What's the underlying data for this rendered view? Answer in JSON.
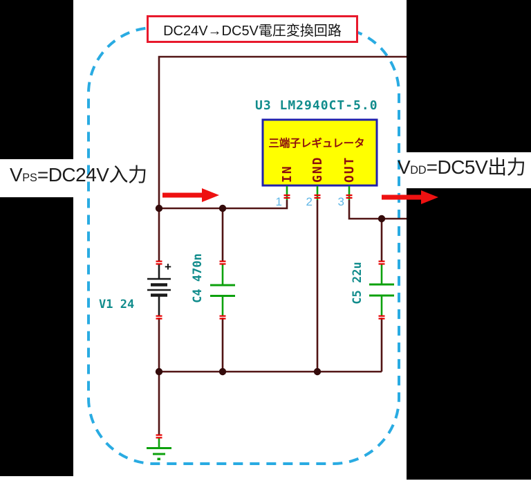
{
  "title_box": {
    "text": "DC24V→DC5V電圧変換回路"
  },
  "annotations": {
    "input_label": {
      "main": "V",
      "sub": "PS",
      "rest": "=DC24V入力"
    },
    "output_label": {
      "main": "V",
      "sub": "DD",
      "rest": "=DC5V出力"
    }
  },
  "schematic": {
    "regulator": {
      "designator": "U3 LM2940CT-5.0",
      "body_text": "三端子レギュレータ",
      "pins": [
        {
          "number": "1",
          "name": "IN"
        },
        {
          "number": "2",
          "name": "GND"
        },
        {
          "number": "3",
          "name": "OUT"
        }
      ]
    },
    "battery": {
      "label": "V1 24",
      "plus_sign": "+"
    },
    "capacitors": [
      {
        "label": "C4 470n"
      },
      {
        "label": "C5 22u"
      }
    ]
  },
  "colors": {
    "wire": "#511414",
    "green": "#0DA10D",
    "teal_label": "#118C8C",
    "pin_number": "#5FB6E6",
    "pin_text": "#8C0E0E",
    "pin_mark": "#E60000",
    "border_dash": "#29ABE2",
    "title_border": "#E8192C",
    "arrow": "#EE1111",
    "regulator_fill": "#FFFF00",
    "regulator_border": "#2121AC"
  }
}
